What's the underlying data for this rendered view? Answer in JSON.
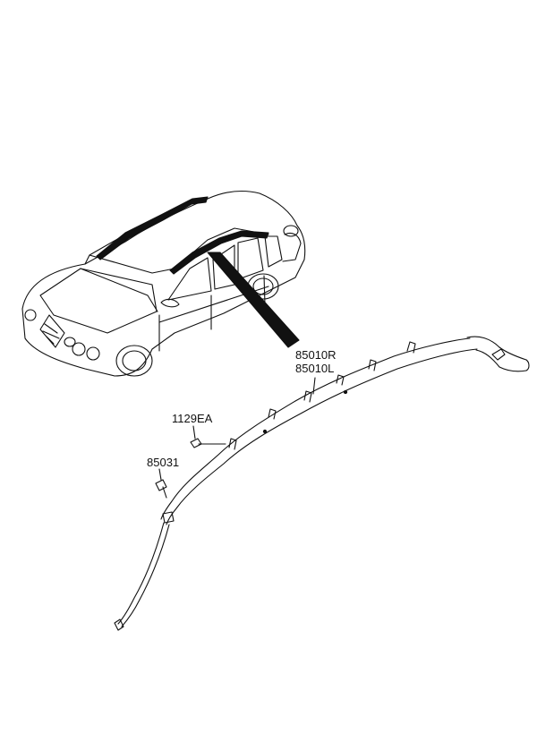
{
  "labels": {
    "airbag_right": "85010R",
    "airbag_left": "85010L",
    "bolt": "1129EA",
    "clip": "85031"
  },
  "colors": {
    "line": "#111111",
    "background": "#ffffff"
  }
}
